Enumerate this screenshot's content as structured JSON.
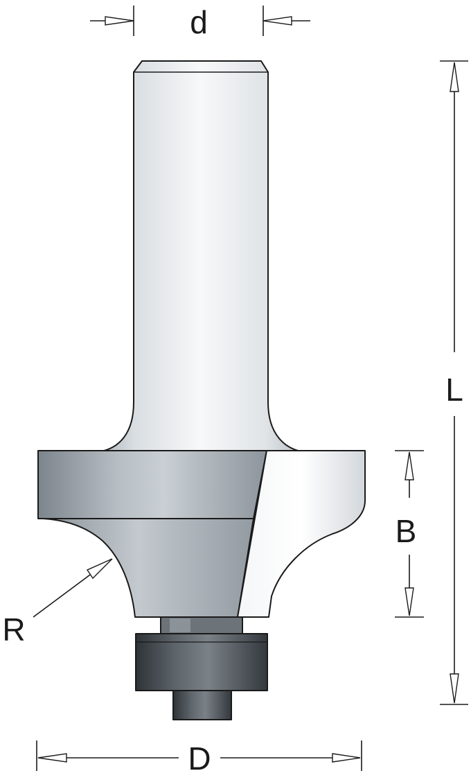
{
  "labels": {
    "shank_diameter": "d",
    "overall_length": "L",
    "cutting_height": "B",
    "radius": "R",
    "cutting_diameter": "D"
  },
  "colors": {
    "ink": "#1a1a1a",
    "steel_light": "#eef1f3",
    "steel_mid": "#b9c0c6",
    "steel_dark": "#5b6268",
    "carbide_light": "#f2f4f6",
    "bearing_dark": "#3a3f44"
  }
}
